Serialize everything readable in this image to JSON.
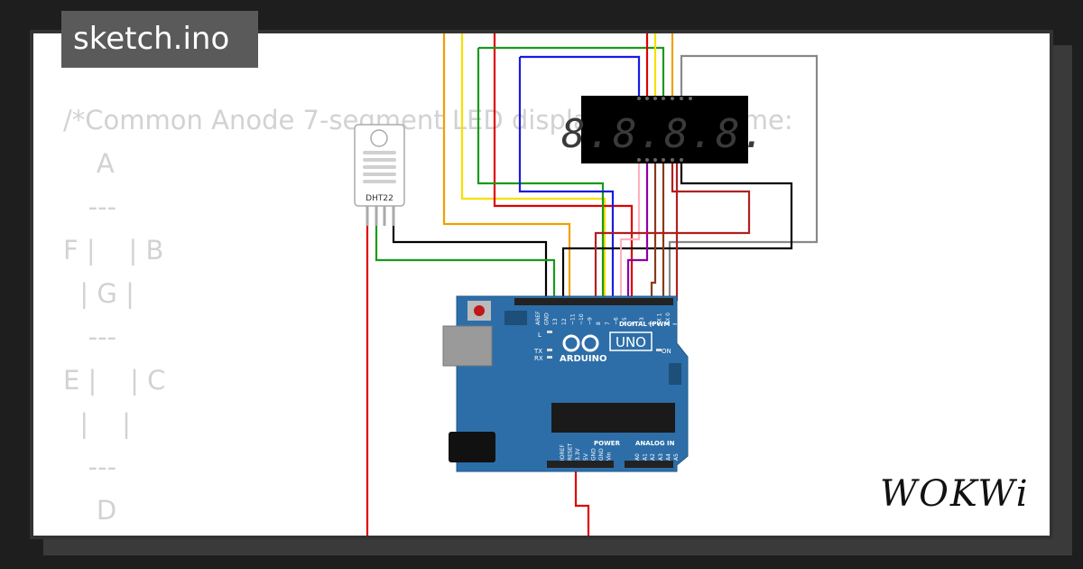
{
  "tab": {
    "filename": "sketch.ino"
  },
  "code": {
    "lines": [
      "/*Common Anode 7-segment LED display and its name:",
      "    A",
      "   ---",
      "F |    | B",
      "  | G |",
      "   ---",
      "E |    | C",
      "  |    |",
      "   ---",
      "    D",
      "*/"
    ]
  },
  "components": {
    "sensor_label": "DHT22",
    "display_digits": "8.8.8.8.",
    "arduino": {
      "brand": "ARDUINO",
      "model": "UNO",
      "on_label": "ON",
      "tx_label": "TX",
      "rx_label": "RX",
      "l_label": "L",
      "digital_label": "DIGITAL (PWM ~)",
      "power_label": "POWER",
      "analog_label": "ANALOG IN",
      "digital_pins": [
        "AREF",
        "GND",
        "13",
        "12",
        "~11",
        "~10",
        "~9",
        "8",
        "7",
        "~6",
        "~5",
        "4",
        "~3",
        "2",
        "TX 1",
        "RX 0"
      ],
      "power_pins": [
        "IOREF",
        "RESET",
        "3.3V",
        "5V",
        "GND",
        "GND",
        "Vin"
      ],
      "analog_pins": [
        "A0",
        "A1",
        "A2",
        "A3",
        "A4",
        "A5"
      ]
    }
  },
  "branding": {
    "logo": "WOKWi"
  },
  "colors": {
    "background": "#1e1e1e",
    "board": "#2d6ea8",
    "wire_red": "#e00000",
    "wire_orange": "#f0a000",
    "wire_yellow": "#f5e000",
    "wire_green": "#1a9a1a",
    "wire_blue": "#1a1ae6",
    "wire_black": "#000000",
    "wire_gray": "#888888",
    "wire_purple": "#8e00a8",
    "wire_pink": "#ffb0c0",
    "wire_brown": "#8a3a1a",
    "wire_darkred": "#b02020"
  }
}
